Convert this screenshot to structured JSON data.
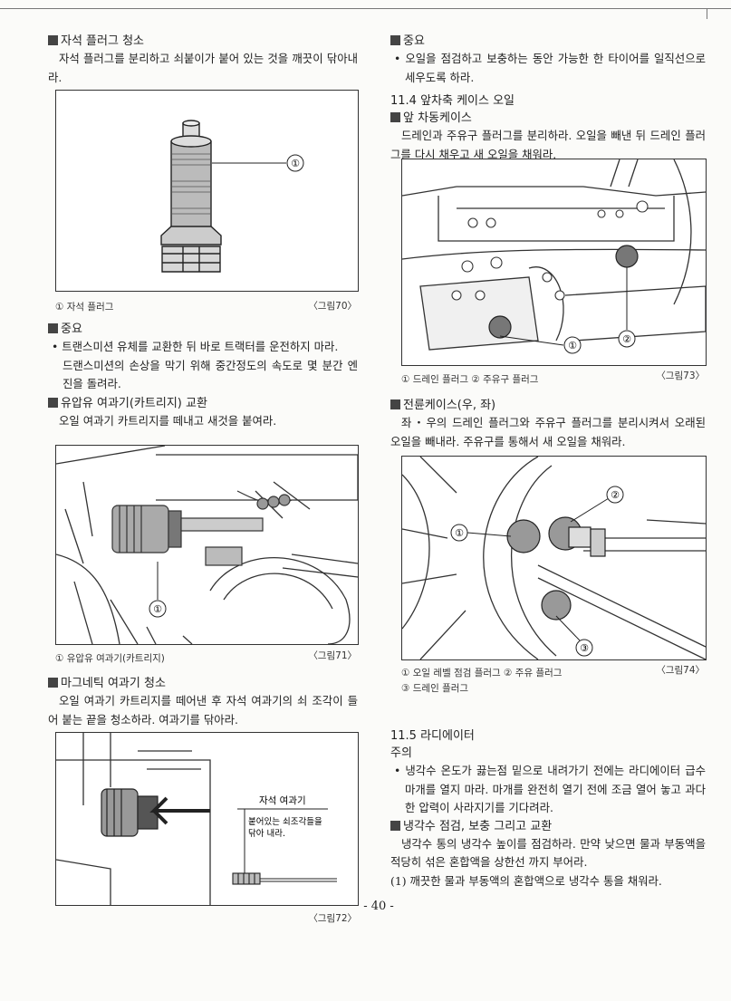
{
  "page_number": "- 40 -",
  "left": {
    "s1_heading": "자석 플러그 청소",
    "s1_text": "자석 플러그를 분리하고 쇠붙이가 붙어 있는 것을 깨끗이 닦아내라.",
    "fig70_callout": "①",
    "fig70_caption_label": "① 자석 플러그",
    "fig70_caption_num": "〈그림70〉",
    "imp_heading": "중요",
    "imp_line1": "• 트랜스미션 유체를 교환한 뒤 바로 트랙터를 운전하지 마라.",
    "imp_line2": "드랜스미션의 손상을 막기 위해 중간정도의 속도로 몇 분간 엔진을 돌려라.",
    "s2_heading": "유압유 여과기(카트리지) 교환",
    "s2_text": "오일 여과기 카트리지를 떼내고 새것을 붙여라.",
    "fig71_callout": "①",
    "fig71_caption_label": "① 유압유 여과기(카트리지)",
    "fig71_caption_num": "〈그림71〉",
    "s3_heading": "마그네틱 여과기 청소",
    "s3_text": "오일 여과기 카트리지를 떼어낸 후 자석 여과기의 쇠 조각이 들어 붙는 끝을 청소하라. 여과기를 닦아라.",
    "fig72_label_title": "자석 여과기",
    "fig72_label_line1": "붙어있는 쇠조각들을",
    "fig72_label_line2": "닦아 내라.",
    "fig72_caption_num": "〈그림72〉"
  },
  "right": {
    "imp_heading": "중요",
    "imp_line": "• 오일을 점검하고 보충하는 동안 가능한 한 타이어를 일직선으로 세우도록 하라.",
    "sec114_title": "11.4 앞차축 케이스 오일",
    "sub1_heading": "앞 차동케이스",
    "sub1_text": "드레인과 주유구 플러그를 분리하라. 오일을 빼낸 뒤 드레인 플러그를 다시 채우고 새 오일을 채워라.",
    "fig73_callout1": "①",
    "fig73_callout2": "②",
    "fig73_caption_label": "① 드레인 플러그 ② 주유구 플러그",
    "fig73_caption_num": "〈그림73〉",
    "sub2_heading": "전륜케이스(우, 좌)",
    "sub2_text": "좌・우의 드레인 플러그와 주유구 플러그를 분리시켜서 오래된 오일을 빼내라. 주유구를 통해서 새 오일을 채워라.",
    "fig74_callout1": "①",
    "fig74_callout2": "②",
    "fig74_callout3": "③",
    "fig74_caption_label1": "① 오일 레벨 점검 플러그 ② 주유 플러그",
    "fig74_caption_label2": "③ 드레인 플러그",
    "fig74_caption_num": "〈그림74〉",
    "sec115_title": "11.5 라디에이터",
    "caution": "주의",
    "caution_line": "• 냉각수 온도가 끓는점 밑으로 내려가기 전에는 라디에이터 급수마개를 열지 마라. 마개를 완전히 열기 전에 조금 열어 놓고 과다한 압력이 사라지기를 기다려라.",
    "sub3_heading": "냉각수 점검, 보충 그리고 교환",
    "sub3_text": "냉각수 통의 냉각수 높이를 점검하라. 만약 낮으면 물과 부동액을 적당히 섞은 혼합액을 상한선 까지 부어라.",
    "step1": "(1) 깨끗한 물과 부동액의 혼합액으로 냉각수 통을 채워라."
  }
}
